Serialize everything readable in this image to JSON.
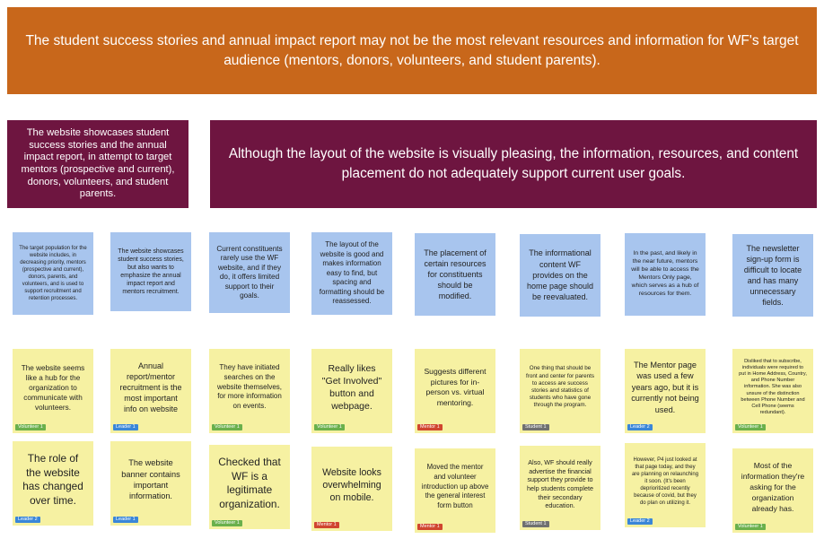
{
  "banners": {
    "top": "The student success stories and annual impact report may not be the most relevant resources and information for WF's target audience (mentors, donors, volunteers, and student parents).",
    "left": "The website showcases student success stories and the annual impact report, in attempt to target mentors (prospective and current), donors, volunteers, and student parents.",
    "right": "Although the layout of the website is visually pleasing, the information, resources, and content placement do not adequately support current user goals."
  },
  "colors": {
    "orange_banner": "#c8671b",
    "maroon_banner": "#6e1540",
    "blue_note": "#a8c5ee",
    "yellow_note": "#f6f1a2",
    "tag_volunteer": "#6ab04c",
    "tag_leader": "#3a86d8",
    "tag_mentor": "#d0452f",
    "tag_student": "#707070"
  },
  "blue_notes": [
    "The target population for the website includes, in decreasing priority, mentors (prospective and current), donors, parents, and volunteers, and is used to support recruitment and retention processes.",
    "The website showcases student success stories, but also wants to emphasize the annual impact report and mentors recruitment.",
    "Current constituents rarely use the WF website, and if they do, it offers limited support to their goals.",
    "The layout of the website is good and makes information easy to find, but spacing and formatting should be reassessed.",
    "The placement of certain resources for constituents should be modified.",
    "The informational content WF provides on the home page should be reevaluated.",
    "In the past, and likely in the near future, mentors will be able to access the Mentors Only page, which serves as a hub of resources for them.",
    "The newsletter sign-up form is difficult to locate and has many unnecessary fields."
  ],
  "yellow_row1": [
    {
      "text": "The website seems like a hub for the organization to communicate with volunteers.",
      "tag": "Volunteer 1"
    },
    {
      "text": "Annual report/mentor recruitment is the most important info on website",
      "tag": "Leader 1"
    },
    {
      "text": "They have initiated searches on the website themselves, for more information on events.",
      "tag": "Volunteer 1"
    },
    {
      "text": "Really likes \"Get Involved\" button and webpage.",
      "tag": "Volunteer 1"
    },
    {
      "text": "Suggests different pictures for in-person vs. virtual mentoring.",
      "tag": "Mentor 1"
    },
    {
      "text": "One thing that should be front and center for parents to access are success stories and statistics of students who have gone through the program.",
      "tag": "Student 1"
    },
    {
      "text": "The Mentor page was used a few years ago, but it is currently not being used.",
      "tag": "Leader 2"
    },
    {
      "text": "Disliked that to subscribe, individuals were required to put in Home Address, Country, and Phone Number information. She was also unsure of the distinction between Phone Number and Cell Phone (seems redundant).",
      "tag": "Volunteer 1"
    }
  ],
  "yellow_row2": [
    {
      "text": "The role of the website has changed over time.",
      "tag": "Leader 2"
    },
    {
      "text": "The website banner contains important information.",
      "tag": "Leader 1"
    },
    {
      "text": "Checked that WF is a legitimate organization.",
      "tag": "Volunteer 1"
    },
    {
      "text": "Website looks overwhelming on mobile.",
      "tag": "Mentor 1"
    },
    {
      "text": "Moved the mentor and volunteer introduction up above the general interest form button",
      "tag": "Mentor 1"
    },
    {
      "text": "Also, WF should really advertise the financial support they provide to help students complete their secondary education.",
      "tag": "Student 1"
    },
    {
      "text": "However, P4 just looked at that page today, and they are planning on relaunching it soon. (It's been deprioritized recently because of covid, but they do plan on utilizing it.",
      "tag": "Leader 2"
    },
    {
      "text": "Most of the information they're asking for the organization already has.",
      "tag": "Volunteer 1"
    }
  ]
}
